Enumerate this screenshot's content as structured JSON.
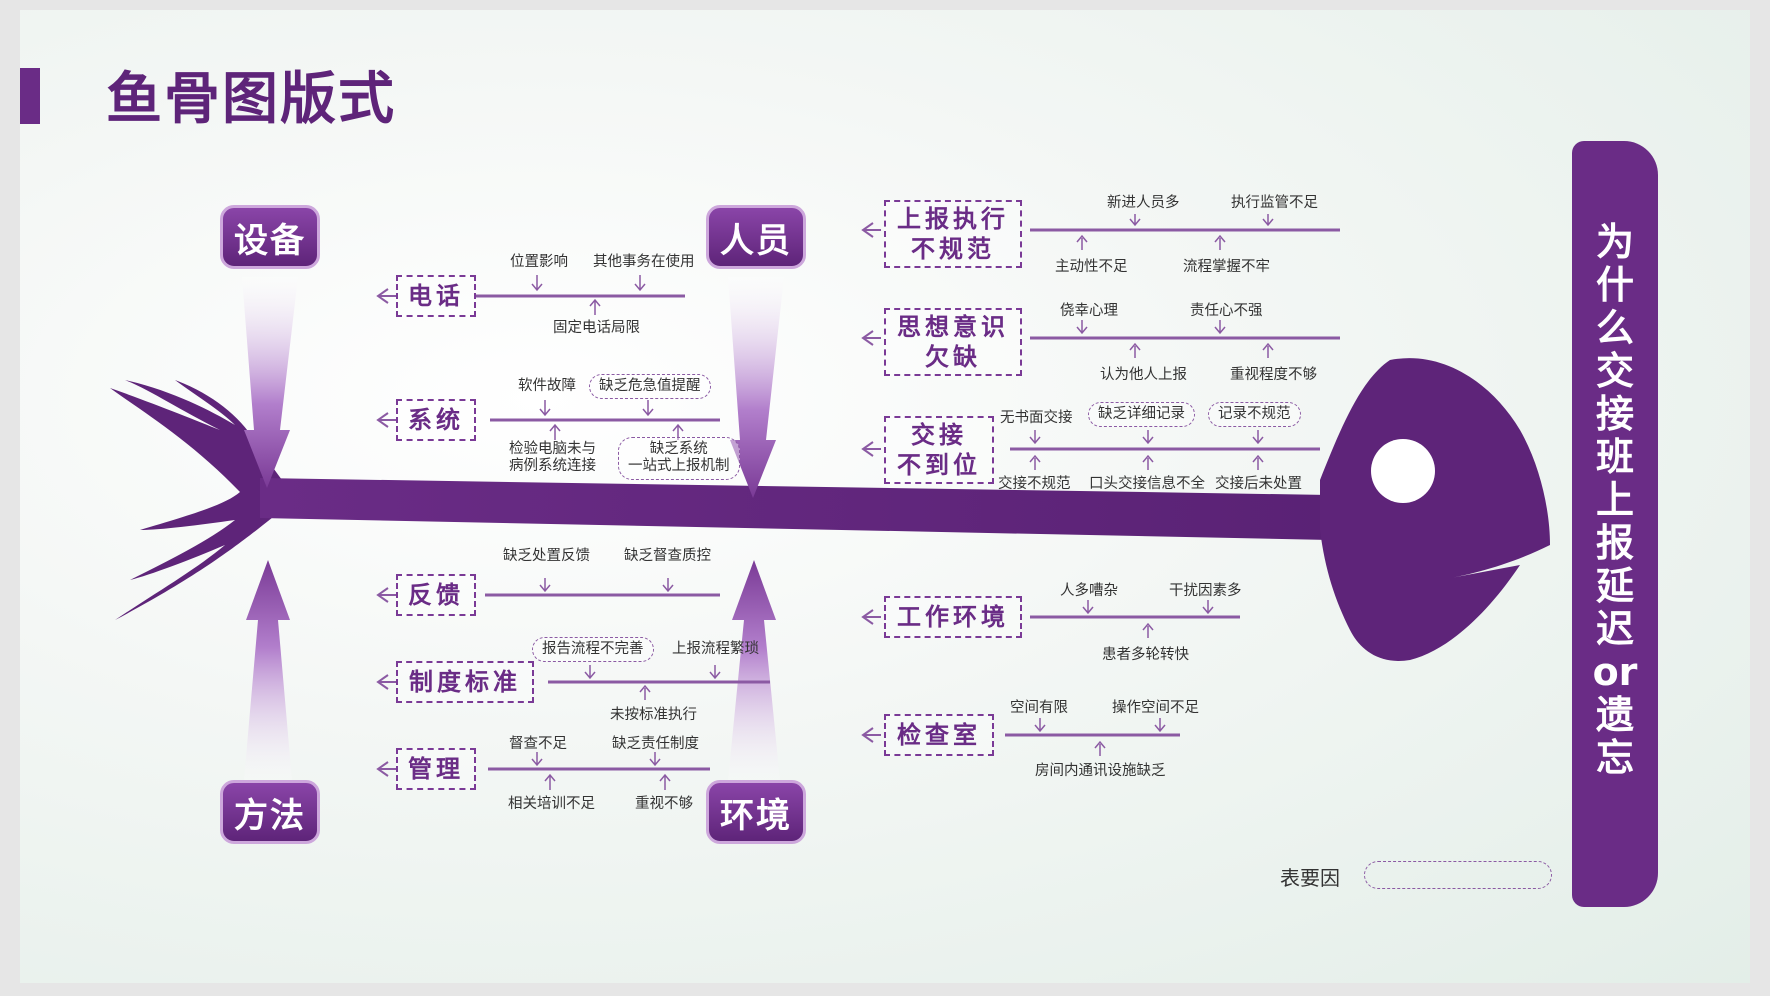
{
  "title": "鱼骨图版式",
  "problem": "为什么交接班上报延迟or遗忘",
  "legend": {
    "label": "表要因"
  },
  "colors": {
    "primary": "#6a2c86",
    "light": "#cda7dc"
  },
  "categories": {
    "equipment": "设备",
    "personnel": "人员",
    "method": "方法",
    "environment": "环境"
  },
  "causes": {
    "phone": {
      "label": "电话",
      "subs": [
        "位置影响",
        "其他事务在使用",
        "固定电话局限"
      ]
    },
    "system": {
      "label": "系统",
      "subs": [
        "软件故障",
        "缺乏危急值提醒",
        "检验电脑未与\n病例系统连接",
        "缺乏系统\n一站式上报机制"
      ]
    },
    "report_exec": {
      "label": "上报执行\n不规范",
      "subs": [
        "新进人员多",
        "执行监管不足",
        "主动性不足",
        "流程掌握不牢"
      ]
    },
    "mindset": {
      "label": "思想意识\n欠缺",
      "subs": [
        "侥幸心理",
        "责任心不强",
        "认为他人上报",
        "重视程度不够"
      ]
    },
    "handover": {
      "label": "交接\n不到位",
      "subs": [
        "无书面交接",
        "缺乏详细记录",
        "记录不规范",
        "交接不规范",
        "口头交接信息不全",
        "交接后未处置"
      ]
    },
    "feedback": {
      "label": "反馈",
      "subs": [
        "缺乏处置反馈",
        "缺乏督查质控"
      ]
    },
    "standard": {
      "label": "制度标准",
      "subs": [
        "报告流程不完善",
        "上报流程繁琐",
        "未按标准执行"
      ]
    },
    "management": {
      "label": "管理",
      "subs": [
        "督查不足",
        "缺乏责任制度",
        "相关培训不足",
        "重视不够"
      ]
    },
    "work_env": {
      "label": "工作环境",
      "subs": [
        "人多嘈杂",
        "干扰因素多",
        "患者多轮转快"
      ]
    },
    "exam_room": {
      "label": "检查室",
      "subs": [
        "空间有限",
        "操作空间不足",
        "房间内通讯设施缺乏"
      ]
    }
  }
}
